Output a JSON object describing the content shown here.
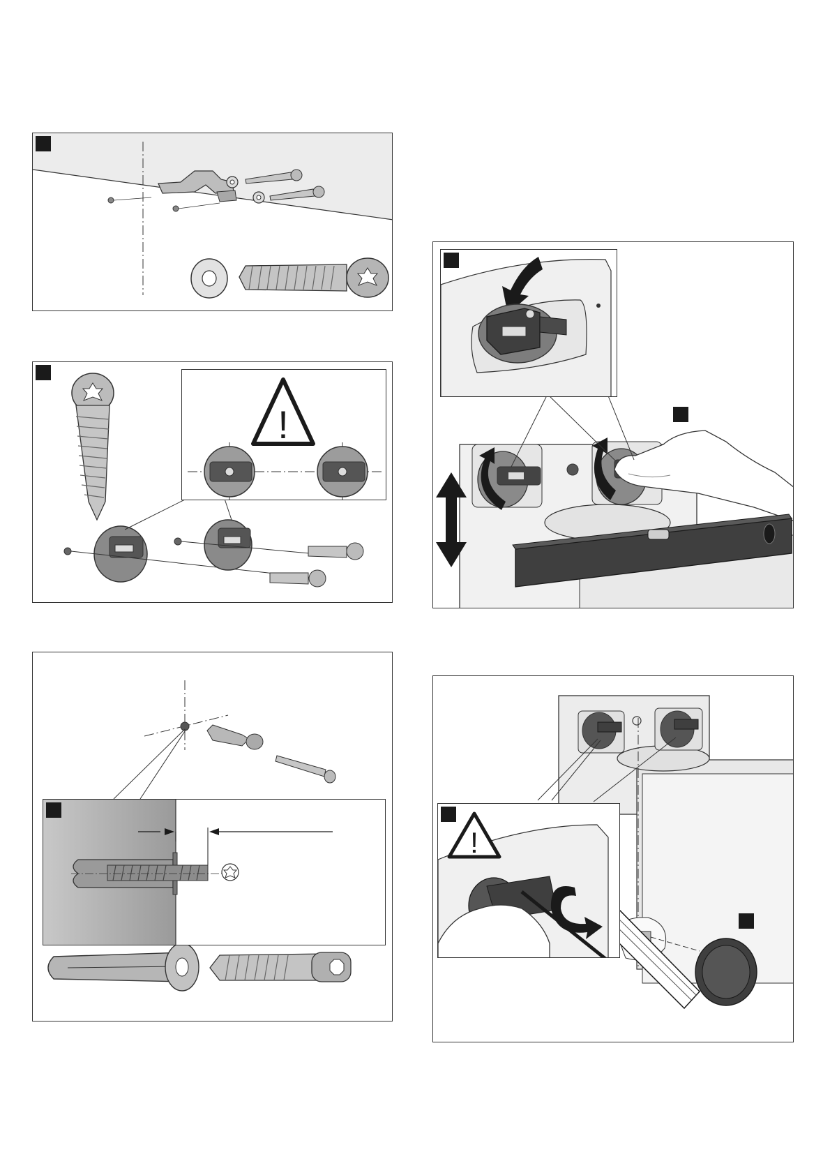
{
  "page": {
    "background": "#ffffff",
    "line_color": "#333333",
    "fill_gray": "#9a9a9a",
    "dark_gray": "#444444"
  },
  "panels": [
    {
      "id": "panel-1",
      "contents": [
        "wall-bracket",
        "screws",
        "washers",
        "screw-detail"
      ]
    },
    {
      "id": "panel-2",
      "contents": [
        "screw",
        "warning-inset",
        "bracket-mounts"
      ]
    },
    {
      "id": "panel-3",
      "contents": [
        "wall-anchor",
        "depth-inset",
        "anchor-detail"
      ]
    },
    {
      "id": "panel-4",
      "contents": [
        "bracket-detail-inset",
        "spirit-level",
        "hand",
        "height-adjust-arrow"
      ]
    },
    {
      "id": "panel-5",
      "contents": [
        "appliance",
        "screwdriver-inset",
        "knob"
      ]
    }
  ],
  "warning_symbol": "!"
}
